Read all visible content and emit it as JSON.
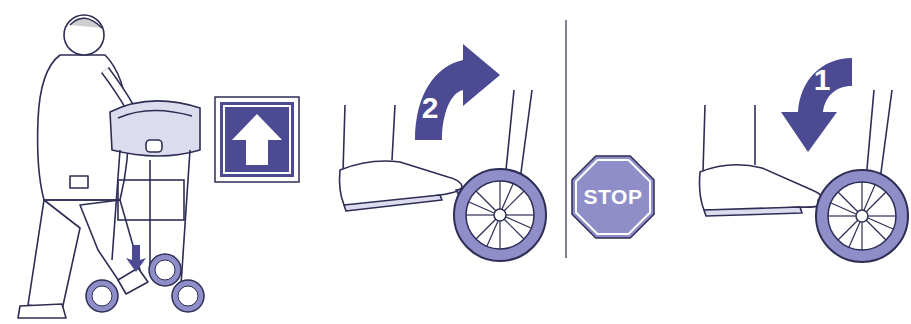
{
  "diagram": {
    "nodes": [
      {
        "text": [
          "STOP"
        ]
      }
    ],
    "labels": [
      "2",
      "1"
    ]
  }
}
